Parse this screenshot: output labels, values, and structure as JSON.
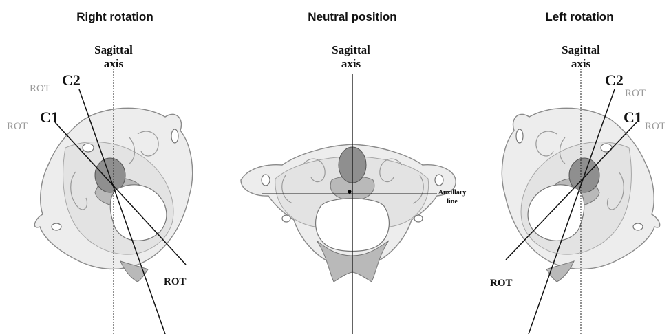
{
  "panels": {
    "right": {
      "title": "Right rotation",
      "axis_line1": "Sagittal",
      "axis_line2": "axis",
      "c2_label": "C2",
      "c1_label": "C1",
      "rot_gray_a": "ROT",
      "rot_gray_b": "ROT",
      "rot_bottom": "ROT"
    },
    "neutral": {
      "title": "Neutral position",
      "axis_line1": "Sagittal",
      "axis_line2": "axis",
      "aux_line1": "Auxillary",
      "aux_line2": "line"
    },
    "left": {
      "title": "Left rotation",
      "axis_line1": "Sagittal",
      "axis_line2": "axis",
      "c2_label": "C2",
      "c1_label": "C1",
      "rot_gray_a": "ROT",
      "rot_gray_b": "ROT",
      "rot_bottom": "ROT"
    }
  },
  "colors": {
    "bone": "#ededed",
    "odontoid": "#8f8f8f",
    "line": "#111111",
    "rot_gray": "#9a9a9a"
  }
}
